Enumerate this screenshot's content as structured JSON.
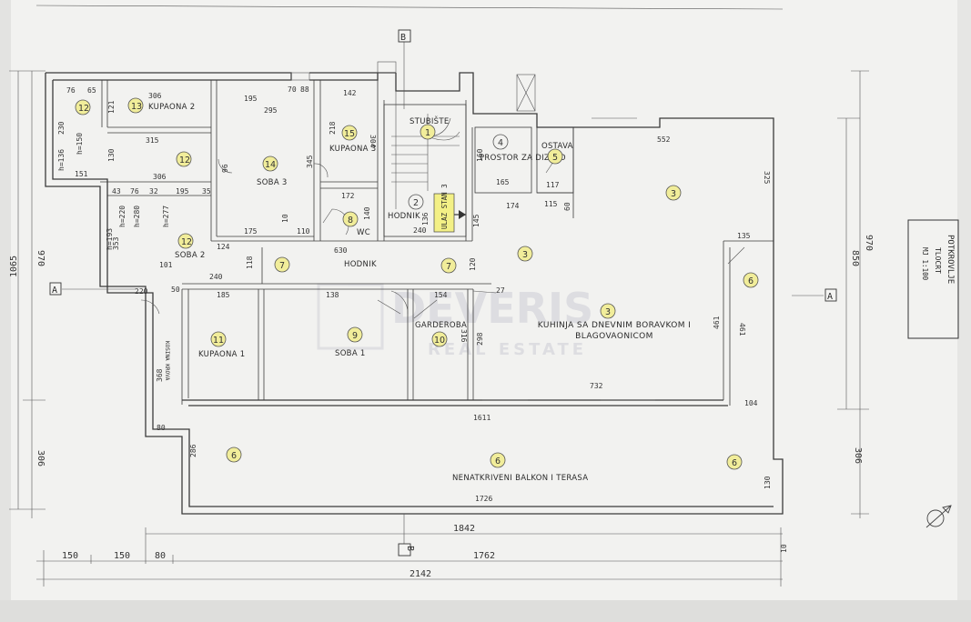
{
  "rooms": [
    {
      "num": "13",
      "name": "KUPAONA 2"
    },
    {
      "num": "12",
      "name": ""
    },
    {
      "num": "12",
      "name": ""
    },
    {
      "num": "12",
      "name": "SOBA 2"
    },
    {
      "num": "14",
      "name": "SOBA 3"
    },
    {
      "num": "15",
      "name": "KUPAONA 3"
    },
    {
      "num": "8",
      "name": "WC"
    },
    {
      "num": "1",
      "name": "STUBIŠTE"
    },
    {
      "num": "2",
      "name": "HODNIK"
    },
    {
      "num": "4",
      "name": "PROSTOR ZA DIZALO"
    },
    {
      "num": "5",
      "name": "OSTAVA"
    },
    {
      "num": "3",
      "name": ""
    },
    {
      "num": "3",
      "name": ""
    },
    {
      "num": "3",
      "name": "KUHINJA SA DNEVNIM BORAVKOM I BLAGOVAONICOM"
    },
    {
      "num": "7",
      "name": ""
    },
    {
      "num": "7",
      "name": "HODNIK"
    },
    {
      "num": "6",
      "name": ""
    },
    {
      "num": "11",
      "name": "KUPAONA 1"
    },
    {
      "num": "9",
      "name": "SOBA 1"
    },
    {
      "num": "10",
      "name": "GARDEROBA"
    },
    {
      "num": "6",
      "name": ""
    },
    {
      "num": "6",
      "name": "NENATKRIVENI BALKON I TERASA"
    },
    {
      "num": "6",
      "name": ""
    }
  ],
  "entrance_label": "ULAZ STAN 3",
  "side_label": "KOSINA KROVA",
  "section_markers": {
    "a": "A",
    "b": "B"
  },
  "title_block": {
    "line1": "POTKROVLJE",
    "line2": "TLOCRT",
    "line3": "MJ 1:100"
  },
  "watermark": {
    "main": "DEVERIS",
    "sub": "REAL ESTATE"
  },
  "dimensions": {
    "left_total": "1065",
    "left_upper": "970",
    "left_lower": "306",
    "right_upper": "970",
    "right_inner": "850",
    "right_lower": "306",
    "bottom_top": "1842",
    "bottom_mid": "1762",
    "bottom_total": "2142",
    "bottom_seg1": "150",
    "bottom_seg2": "150",
    "bottom_seg3": "80",
    "bottom_right": "10",
    "d_76": "76",
    "d_65": "65",
    "d_306a": "306",
    "d_121": "121",
    "d_230": "230",
    "d_150h": "h=150",
    "d_h136": "h=136",
    "d_130": "130",
    "d_151": "151",
    "d_315": "315",
    "d_306b": "306",
    "d_43": "43",
    "d_76b": "76",
    "d_32": "32",
    "d_195": "195",
    "d_35": "35",
    "d_h220": "h=220",
    "d_h280": "h=280",
    "d_h193": "h=193",
    "d_353": "353",
    "d_h277": "h=277",
    "d_101": "101",
    "d_240": "240",
    "d_220": "220",
    "d_50": "50",
    "d_124": "124",
    "d_118": "118",
    "d_195b": "195",
    "d_295": "295",
    "d_70": "70",
    "d_88": "88",
    "d_142": "142",
    "d_218": "218",
    "d_304": "304",
    "d_345": "345",
    "d_96": "96",
    "d_175": "175",
    "d_10": "10",
    "d_110": "110",
    "d_172": "172",
    "d_140": "140",
    "d_136": "136",
    "d_240b": "240",
    "d_174": "174",
    "d_145": "145",
    "d_160": "160",
    "d_165": "165",
    "d_117": "117",
    "d_115": "115",
    "d_60": "60",
    "d_552": "552",
    "d_325": "325",
    "d_135": "135",
    "d_630": "630",
    "d_120": "120",
    "d_185": "185",
    "d_138": "138",
    "d_154": "154",
    "d_27": "27",
    "d_298": "298",
    "d_316": "316",
    "d_461a": "461",
    "d_461b": "461",
    "d_732": "732",
    "d_1611": "1611",
    "d_104": "104",
    "d_368": "368",
    "d_80": "80",
    "d_286": "286",
    "d_1726": "1726",
    "d_130b": "130"
  }
}
